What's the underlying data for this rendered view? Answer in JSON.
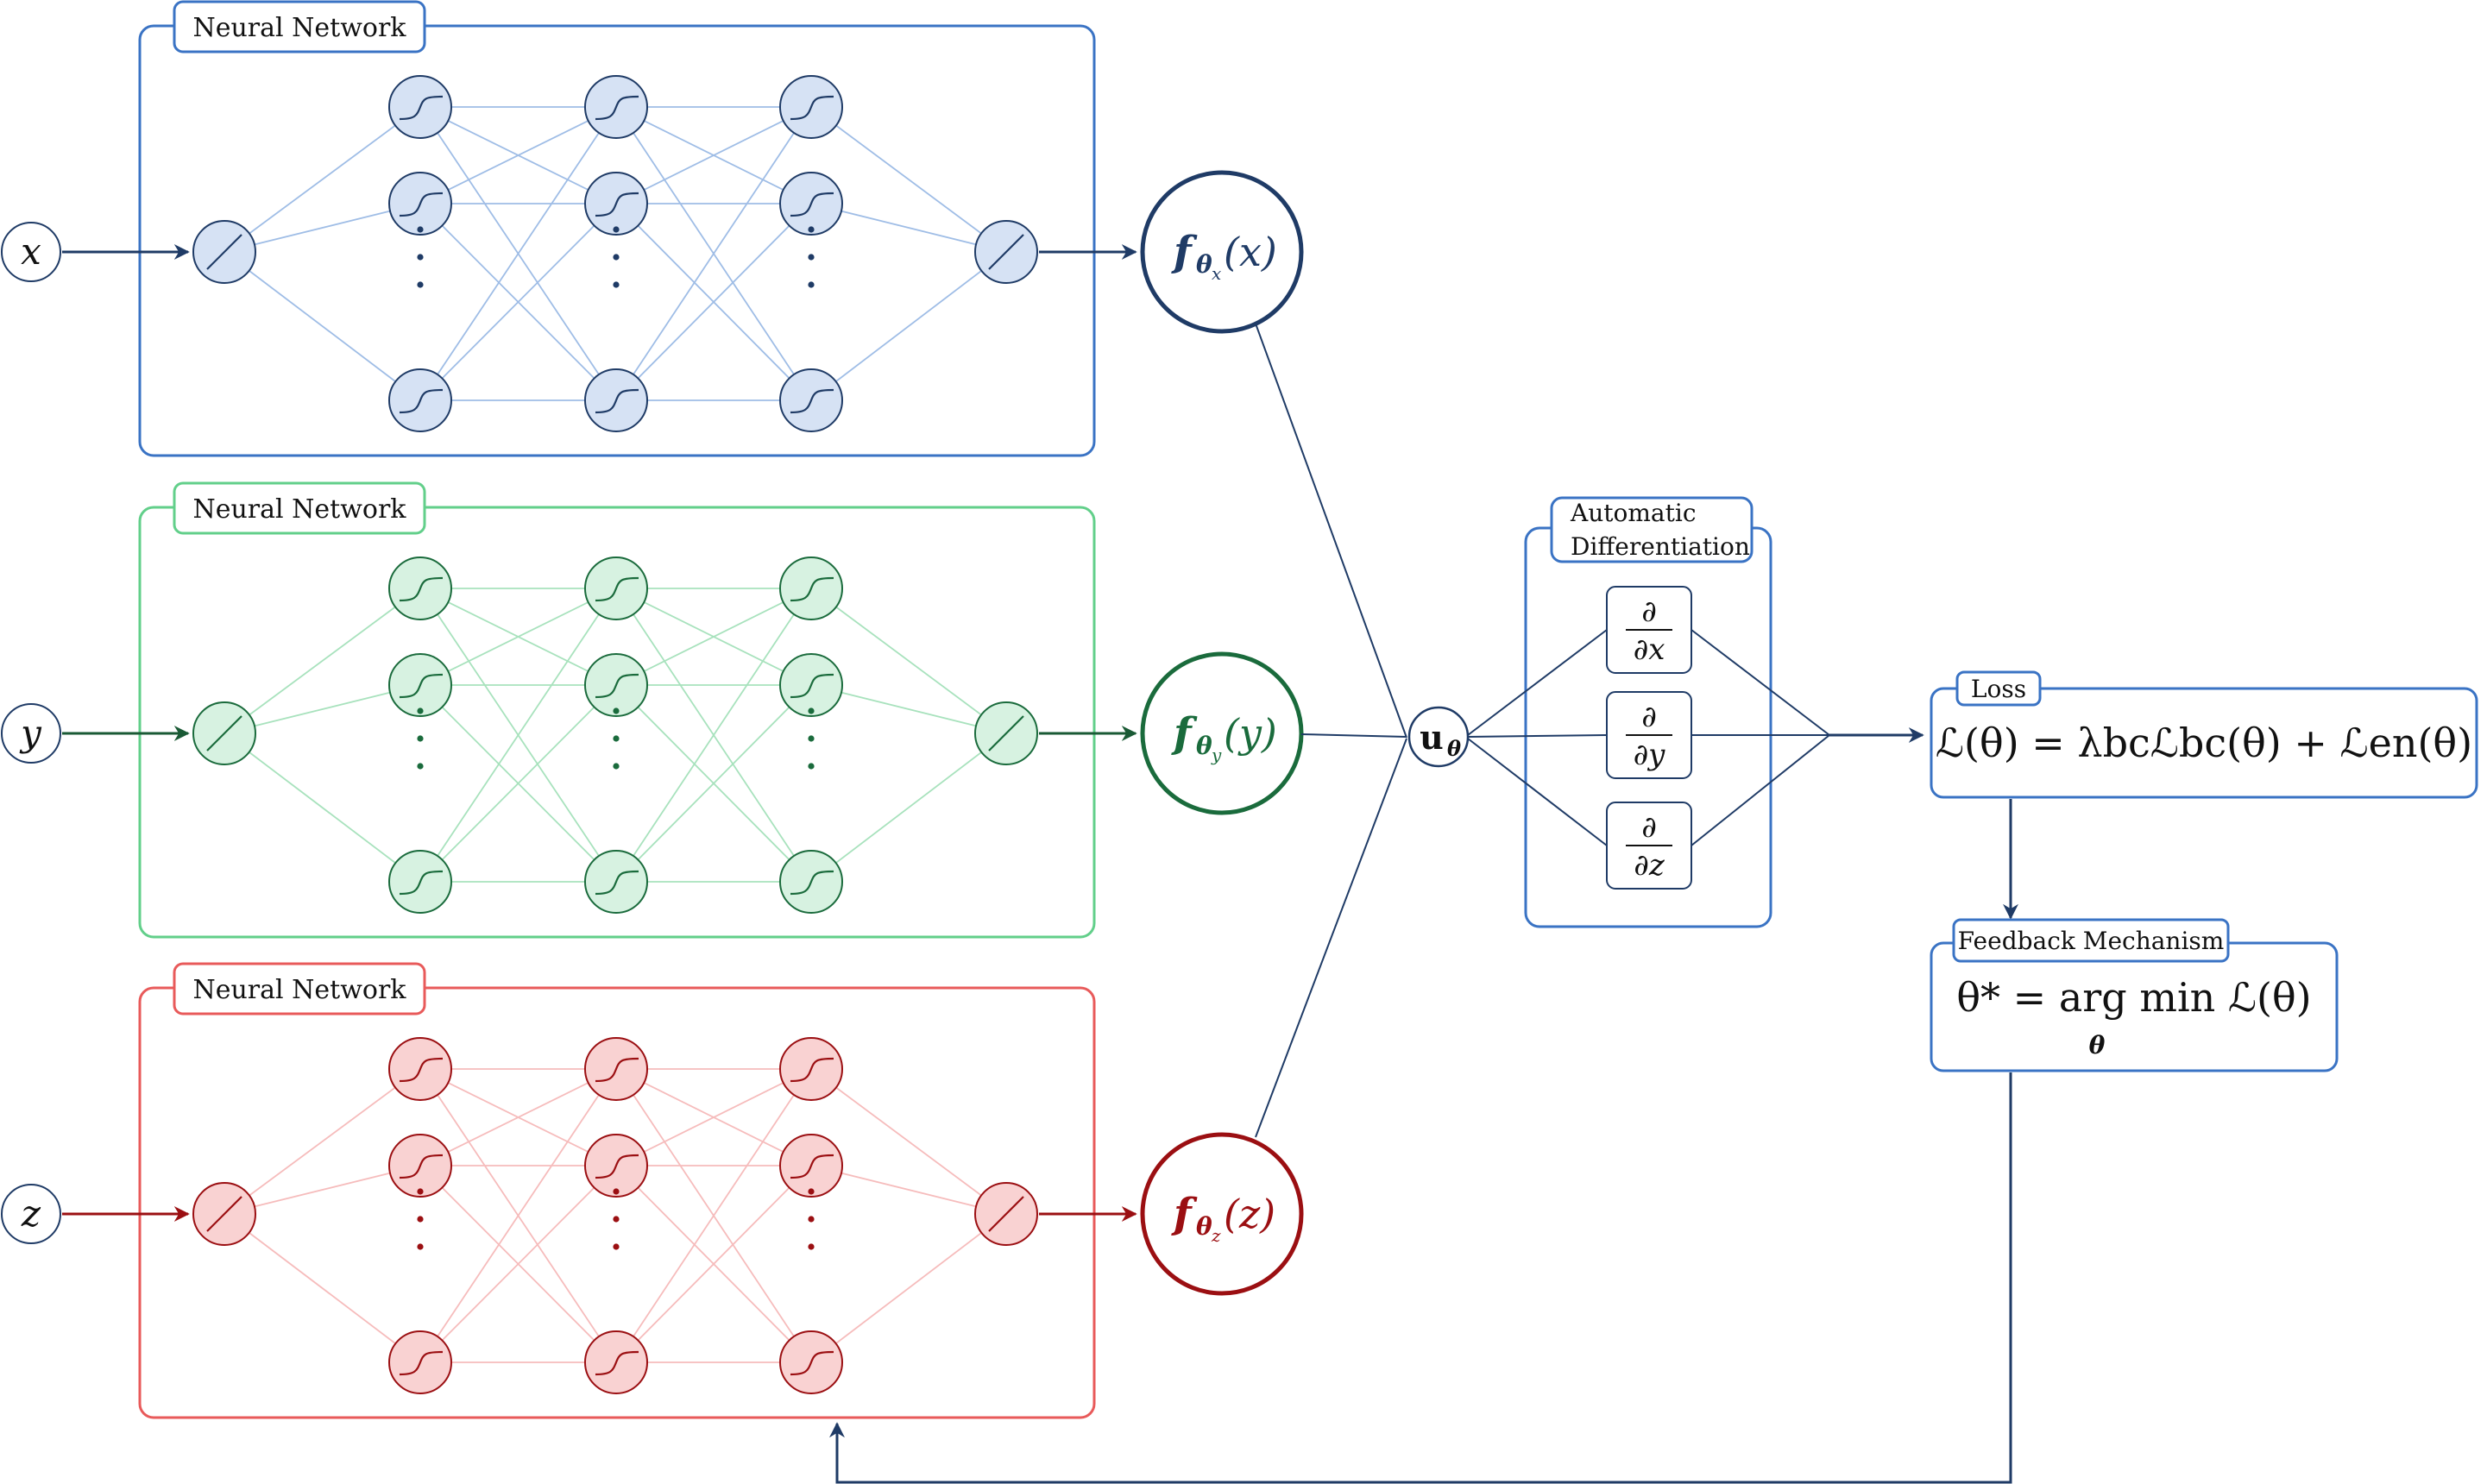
{
  "colors": {
    "blue_dark": "#1f3b66",
    "blue_box": "#3a73c4",
    "blue_fill": "#d6e2f4",
    "blue_link": "#9fbde6",
    "green_dark": "#1a6b3c",
    "green_box": "#62cf8a",
    "green_fill": "#d7f2e1",
    "green_link": "#a8e2bd",
    "red_dark": "#9b0f12",
    "red_box": "#e85a5a",
    "red_fill": "#f9d2d2",
    "red_link": "#f6bcbc",
    "navy": "#1f3b66"
  },
  "networks": [
    {
      "id": "x",
      "label": "Neural Network",
      "input_var": "x",
      "output_fn": "f",
      "output_sub": "θ",
      "output_subsub": "x",
      "output_arg": "(x)",
      "color_key": "blue"
    },
    {
      "id": "y",
      "label": "Neural Network",
      "input_var": "y",
      "output_fn": "f",
      "output_sub": "θ",
      "output_subsub": "y",
      "output_arg": "(y)",
      "color_key": "green"
    },
    {
      "id": "z",
      "label": "Neural Network",
      "input_var": "z",
      "output_fn": "f",
      "output_sub": "θ",
      "output_subsub": "z",
      "output_arg": "(z)",
      "color_key": "red"
    }
  ],
  "hidden_layer_ellipsis": "⋮",
  "combiner": {
    "main": "u",
    "sub": "θ"
  },
  "auto_diff": {
    "label_line1": "Automatic",
    "label_line2": "Differentiation",
    "operators": [
      {
        "num": "∂",
        "den": "∂x"
      },
      {
        "num": "∂",
        "den": "∂y"
      },
      {
        "num": "∂",
        "den": "∂z"
      }
    ]
  },
  "loss": {
    "label": "Loss",
    "formula": "ℒ(θ) = λbcℒbc(θ) + ℒen(θ)"
  },
  "feedback": {
    "label": "Feedback Mechanism",
    "formula": "θ* = arg min ℒ(θ)",
    "under": "θ"
  }
}
